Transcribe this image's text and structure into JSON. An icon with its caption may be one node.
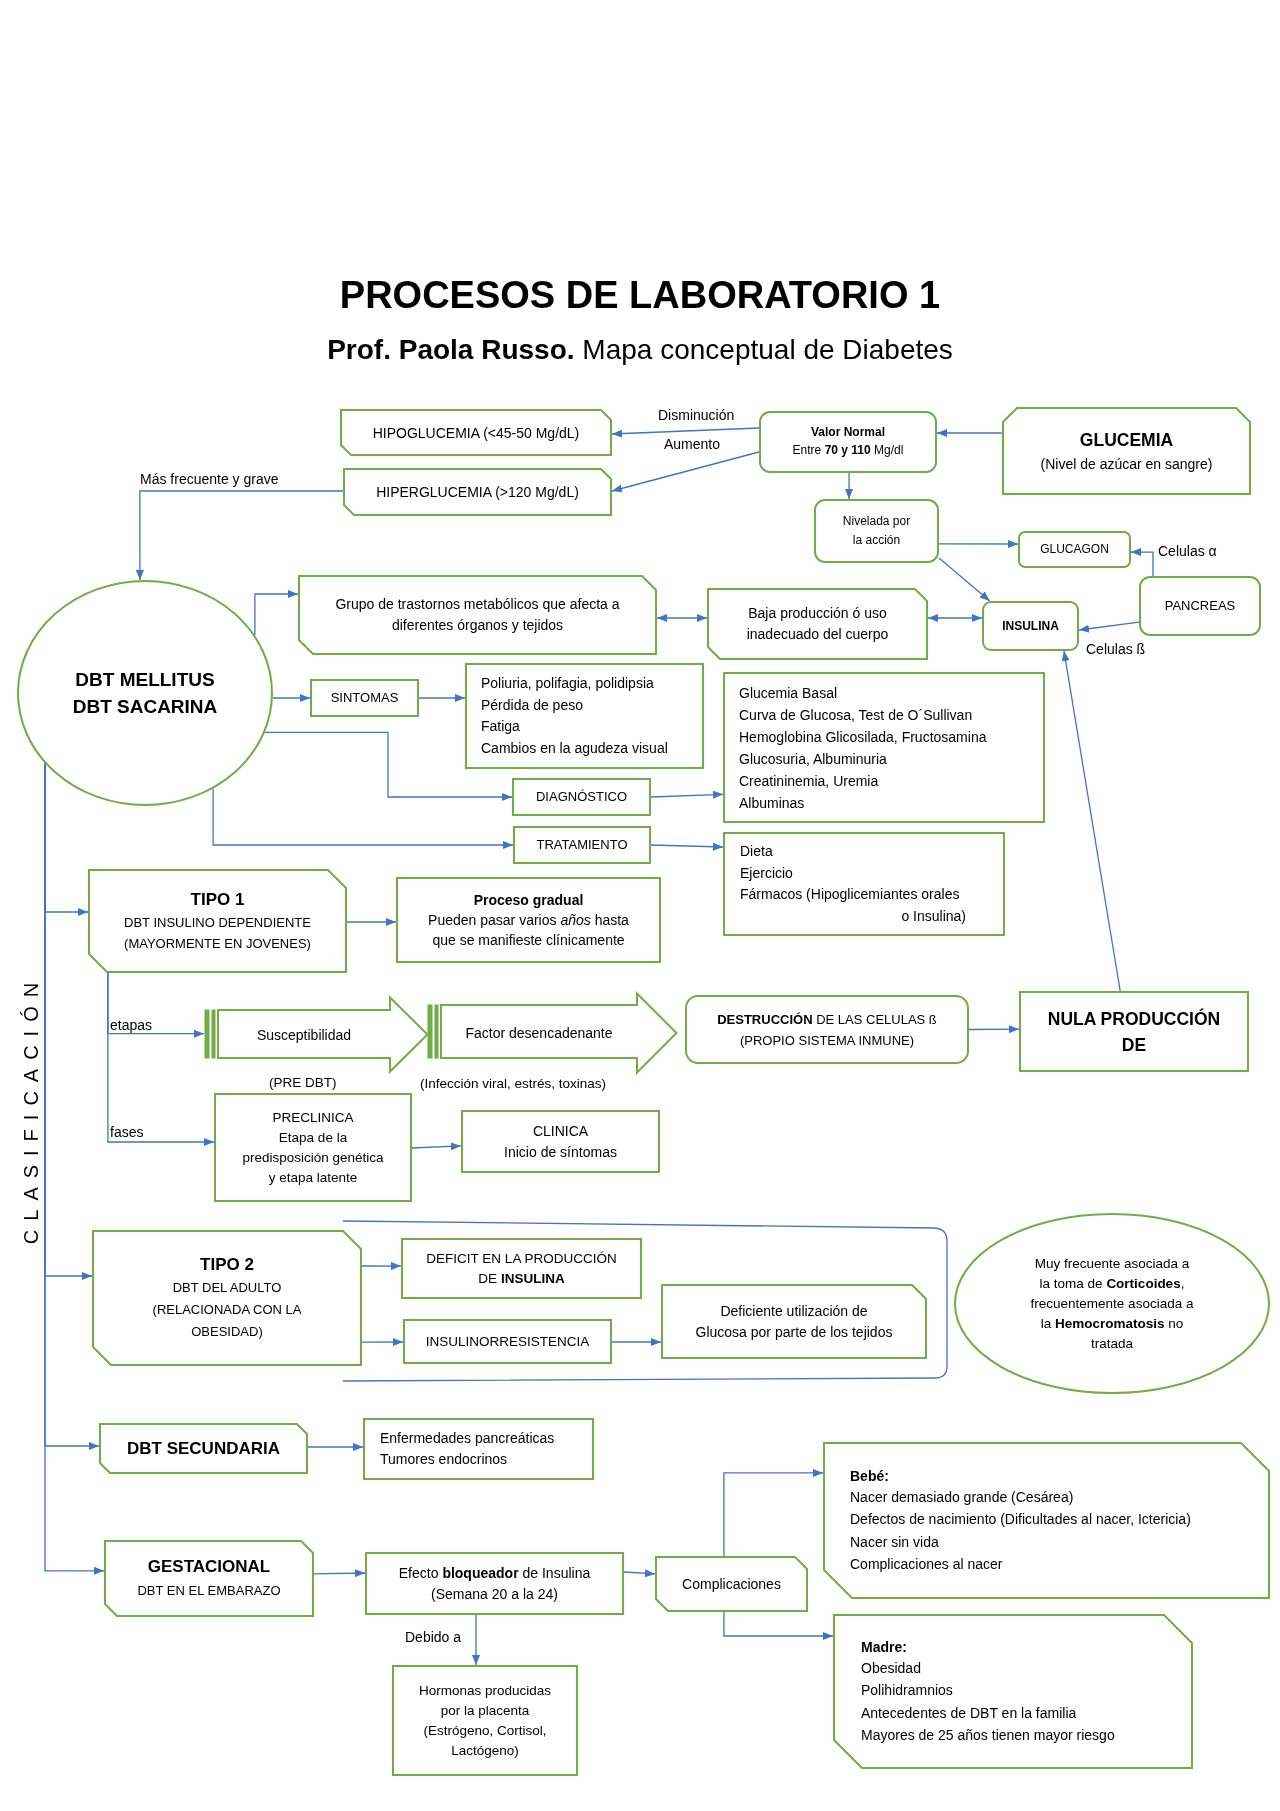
{
  "diagram": {
    "title": "PROCESOS DE LABORATORIO 1",
    "nodes": [
      {
        "text": [
          "HIPOGLUCEMIA (<45-50 Mg/dL)"
        ]
      },
      {
        "text": [
          "Valor Normal",
          "Entre **70 y 110** Mg/dl"
        ]
      },
      {
        "text": [
          "GLUCEMIA",
          "(Nivel de azúcar en sangre)"
        ]
      },
      {
        "text": [
          "HIPERGLUCEMIA (>120 Mg/dL)"
        ]
      },
      {
        "text": [
          "Nivelada por la acción"
        ]
      },
      {
        "text": [
          "GLUCAGON"
        ]
      },
      {
        "text": [
          "DBT MELLITUS",
          "DBT SACARINA"
        ]
      },
      {
        "text": [
          "Grupo de trastornos metabólicos que afecta a diferentes órganos y tejidos"
        ]
      },
      {
        "text": [
          "Baja producción ó uso inadecuado del cuerpo"
        ]
      },
      {
        "text": [
          "PANCREAS"
        ]
      },
      {
        "text": [
          "INSULINA"
        ]
      },
      {
        "text": [
          "SINTOMAS"
        ]
      },
      {
        "text": [
          "Poliuria, polifagia, polidipsia",
          "Pérdida de peso",
          "Fatiga",
          "Cambios en la agudeza visual"
        ]
      },
      {
        "text": [
          "Glucemia Basal",
          "Curva de Glucosa, Test de O´Sullivan",
          "Hemoglobina Glicosilada, Fructosamina",
          "Glucosuria, Albuminuria",
          "Creatininemia, Uremia",
          "Albuminas"
        ]
      },
      {
        "text": [
          "DIAGNÓSTICO"
        ]
      },
      {
        "text": [
          "TRATAMIENTO"
        ]
      },
      {
        "text": [
          "Dieta",
          "Ejercicio",
          "Fármacos (Hipoglicemiantes orales o Insulina)"
        ]
      },
      {
        "text": [
          "TIPO 1",
          "DBT INSULINO DEPENDIENTE",
          "(MAYORMENTE EN JOVENES)"
        ]
      },
      {
        "text": [
          "Proceso gradual",
          "Pueden pasar varios *años* hasta que se manifieste clínicamente"
        ]
      },
      {
        "text": [
          "Susceptibilidad"
        ],
        "beside": [
          "(PRE DBT)"
        ]
      },
      {
        "text": [
          "Factor desencadenante"
        ],
        "beside": [
          "(Infección viral, estrés, toxinas)"
        ]
      },
      {
        "text": [
          "**DESTRUCCIÓN** DE LAS CELULAS ß",
          "(PROPIO SISTEMA INMUNE)"
        ]
      },
      {
        "text": [
          "NULA PRODUCCIÓN DE"
        ]
      },
      {
        "text": [
          "PRECLINICA",
          "Etapa de la predisposición genética y etapa latente"
        ]
      },
      {
        "text": [
          "CLINICA",
          "Inicio de síntomas"
        ]
      },
      {
        "text": [
          "TIPO 2",
          "DBT DEL ADULTO",
          "(RELACIONADA CON LA OBESIDAD)"
        ]
      },
      {
        "text": [
          "DEFICIT EN LA PRODUCCIÓN DE **INSULINA**"
        ]
      },
      {
        "text": [
          "INSULINORRESISTENCIA"
        ]
      },
      {
        "text": [
          "Deficiente utilización de Glucosa por parte de los tejidos"
        ]
      },
      {
        "text": [
          "Muy frecuente asociada a la toma de **Corticoides**, frecuentemente asociada a la **Hemocromatosis** no tratada"
        ]
      },
      {
        "text": [
          "DBT SECUNDARIA"
        ]
      },
      {
        "text": [
          "Enfermedades pancreáticas",
          "Tumores endocrinos"
        ]
      },
      {
        "text": [
          "Bebé:",
          "Nacer demasiado grande (Cesárea)",
          "Defectos de nacimiento (Dificultades al nacer, Ictericia)",
          "Nacer sin vida",
          "Complicaciones al nacer"
        ]
      },
      {
        "text": [
          "GESTACIONAL",
          "DBT EN EL EMBARAZO"
        ]
      },
      {
        "text": [
          "Efecto **bloqueador** de Insulina",
          "(Semana 20 a la 24)"
        ]
      },
      {
        "text": [
          "Complicaciones"
        ]
      },
      {
        "text": [
          "Madre:",
          "Obesidad",
          "Polihidramnios",
          "Antecedentes de DBT en la familia",
          "Mayores de 25 años tienen mayor riesgo"
        ]
      },
      {
        "text": [
          "Hormonas producidas por la placenta (Estrógeno, Cortisol, Lactógeno)"
        ]
      }
    ],
    "edges": [
      {
        "from": 2,
        "to": 1,
        "arrow": "to"
      },
      {
        "from": 1,
        "to": 0,
        "arrow": "to",
        "label": "Disminución"
      },
      {
        "from": 1,
        "to": 3,
        "arrow": "to",
        "label": "Aumento"
      },
      {
        "from": 3,
        "to": 6,
        "arrow": "to",
        "label": "Más frecuente y grave"
      },
      {
        "from": 1,
        "to": 4,
        "arrow": "to"
      },
      {
        "from": 4,
        "to": 5,
        "arrow": "to"
      },
      {
        "from": 4,
        "to": 10,
        "arrow": "to"
      },
      {
        "from": 9,
        "to": 5,
        "arrow": "to",
        "label": "Celulas α"
      },
      {
        "from": 9,
        "to": 10,
        "arrow": "to",
        "label": "Celulas ß"
      },
      {
        "from": 6,
        "to": 7,
        "arrow": "to"
      },
      {
        "from": 7,
        "to": 8,
        "arrow": "both"
      },
      {
        "from": 8,
        "to": 10,
        "arrow": "both"
      },
      {
        "from": 6,
        "to": 11,
        "arrow": "to"
      },
      {
        "from": 11,
        "to": 12,
        "arrow": "to"
      },
      {
        "from": 6,
        "to": 14,
        "arrow": "to"
      },
      {
        "from": 14,
        "to": 13,
        "arrow": "to"
      },
      {
        "from": 6,
        "to": 15,
        "arrow": "to"
      },
      {
        "from": 15,
        "to": 16,
        "arrow": "to"
      },
      {
        "from": 6,
        "to": 17,
        "arrow": "to"
      },
      {
        "from": 17,
        "to": 18,
        "arrow": "to"
      },
      {
        "from": 17,
        "to": 19,
        "arrow": "to",
        "label": "etapas"
      },
      {
        "from": 17,
        "to": 23,
        "arrow": "to",
        "label": "fases"
      },
      {
        "from": 21,
        "to": 22,
        "arrow": "to"
      },
      {
        "from": 22,
        "to": 10,
        "arrow": "to"
      },
      {
        "from": 23,
        "to": 24,
        "arrow": "to"
      },
      {
        "from": 6,
        "to": 25,
        "arrow": "to"
      },
      {
        "from": 25,
        "to": 26,
        "arrow": "to"
      },
      {
        "from": 25,
        "to": 27,
        "arrow": "to"
      },
      {
        "from": 27,
        "to": 28,
        "arrow": "to"
      },
      {
        "from": 6,
        "to": 30,
        "arrow": "to"
      },
      {
        "from": 30,
        "to": 31,
        "arrow": "to"
      },
      {
        "from": 6,
        "to": 33,
        "arrow": "to"
      },
      {
        "from": 33,
        "to": 34,
        "arrow": "to"
      },
      {
        "from": 34,
        "to": 35,
        "arrow": "to"
      },
      {
        "from": 35,
        "to": 32,
        "arrow": "to"
      },
      {
        "from": 35,
        "to": 36,
        "arrow": "to"
      },
      {
        "from": 34,
        "to": 37,
        "arrow": "to",
        "label": "Debido a"
      }
    ],
    "labels": [
      "**Prof. Paola Russo.** Mapa conceptual de Diabetes",
      "CLASIFICACIÓN"
    ]
  }
}
